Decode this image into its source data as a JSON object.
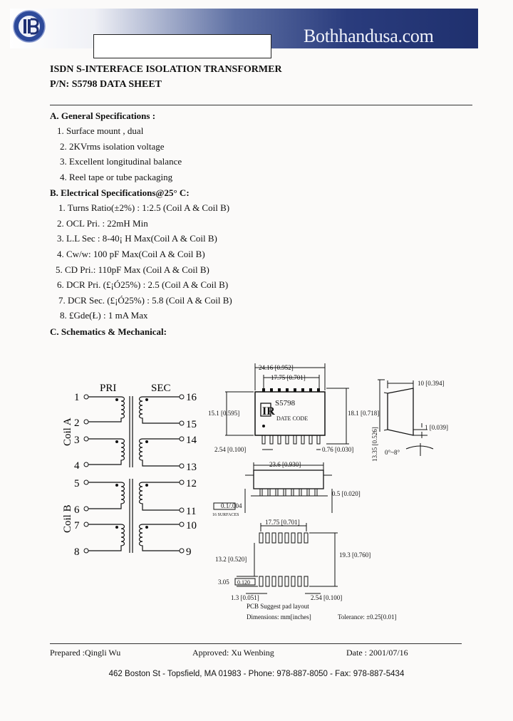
{
  "header": {
    "site": "Bothhandusa.com"
  },
  "doc": {
    "title": "ISDN S-INTERFACE ISOLATION TRANSFORMER",
    "part": "P/N: S5798 DATA SHEET"
  },
  "sections": {
    "general": {
      "heading": "A. General Specifications :",
      "items": [
        "1. Surface mount , dual",
        "2. 2KVrms isolation voltage",
        "3. Excellent longitudinal balance",
        "4. Reel tape or tube packaging"
      ]
    },
    "electrical": {
      "heading": "B. Electrical Specifications@25° C:",
      "items": [
        "1. Turns Ratio(±2%) : 1:2.5 (Coil A & Coil B)",
        "2. OCL Pri. : 22mH Min",
        "3. L.L Sec : 8-40¡ H Max(Coil A & Coil B)",
        "4. Cw/w: 100 pF Max(Coil A & Coil B)",
        "5. CD Pri.: 110pF Max (Coil A & Coil B)",
        "6. DCR Pri. (£¡Ó25%) : 2.5 (Coil A & Coil B)",
        "7. DCR Sec. (£¡Ó25%) : 5.8 (Coil A & Coil B)",
        "8. £Gde(Ł) : 1 mA Max"
      ]
    },
    "schematic": {
      "heading": "C. Schematics & Mechanical:"
    }
  },
  "schematic": {
    "pri": "PRI",
    "sec": "SEC",
    "coil_a": "Coil A",
    "coil_b": "Coil B",
    "pins": [
      "1",
      "2",
      "3",
      "4",
      "5",
      "6",
      "7",
      "8",
      "9",
      "10",
      "11",
      "12",
      "13",
      "14",
      "15",
      "16"
    ]
  },
  "mechanical": {
    "d_total_width": "24.16 [0.952]",
    "d_pin_span": "17.75 [0.701]",
    "d_body_h": "15.1 [0.595]",
    "d_overall_h": "18.1 [0.718]",
    "d_pitch": "2.54 [0.100]",
    "d_lead_w": "0.76 [0.030]",
    "d_side_w": "10 [0.394]",
    "d_side_h": "13.35 [0.526]",
    "d_lead_t": "1 [0.039]",
    "d_angle": "0°~8°",
    "d_body_len": "23.6 [0.930]",
    "d_standoff": "0.5 [0.020]",
    "coplanarity": "0.1/.004",
    "coplanarity_note": "16 SURFACES",
    "part_mark": "S5798",
    "date_code": "DATE CODE",
    "pad_span": "17.75 [0.701]",
    "pad_inner": "13.2 [0.520]",
    "pad_outer": "19.3 [0.760]",
    "pad_len": "3.05",
    "pad_len_in": "0.120",
    "pad_w": "1.3 [0.051]",
    "pad_pitch": "2.54 [0.100]",
    "pcb_caption": "PCB Suggest pad layout",
    "dims_note": "Dimensions: mm[inches]",
    "tolerance": "Tolerance: ±0.25[0.01]"
  },
  "footer": {
    "prepared": "Prepared :Qingli Wu",
    "approved": "Approved: Xu Wenbing",
    "date": "Date : 2001/07/16",
    "address": "462 Boston St - Topsfield, MA 01983 - Phone: 978-887-8050 - Fax: 978-887-5434"
  }
}
